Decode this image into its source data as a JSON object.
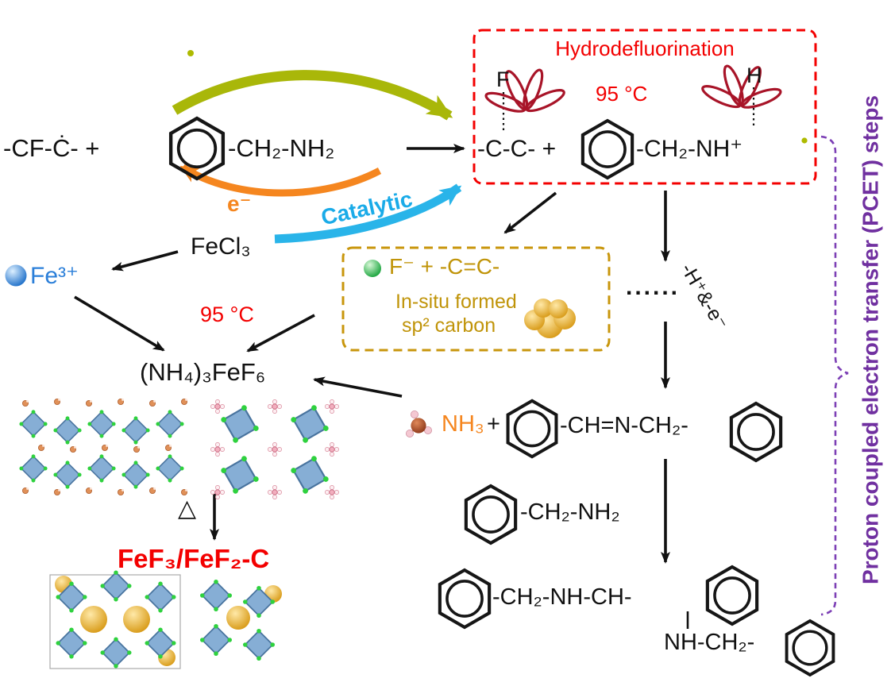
{
  "colors": {
    "red": "#f30000",
    "gold": "#c09409",
    "orange": "#f5861f",
    "blue": "#1aabe8",
    "purple": "#7030a0",
    "olive": "#a9b709",
    "fe_blue": "#2b7fd9"
  },
  "top_reaction": {
    "reactant_left": "-CF-Ċ- +",
    "reactant_right": "-CH₂-NH₂",
    "e_minus": "e⁻",
    "catalytic_label": "Catalytic"
  },
  "hdf_box": {
    "title": "Hydrodefluorination",
    "fluorine": "F",
    "hydrogen": "H",
    "temperature": "95 °C",
    "product_left": "-C-C- +",
    "product_right": "-CH₂-NH⁺"
  },
  "iron_path": {
    "fecl3": "FeCl₃",
    "fe3plus": "Fe³⁺",
    "temperature": "95 °C",
    "ammonium_ferric_fluoride": "(NH₄)₃FeF₆",
    "delta": "△",
    "product": "FeF₃/FeF₂-C"
  },
  "insitu_box": {
    "line1": "F⁻ + -C=C-",
    "line2": "In-situ formed",
    "line3": "sp² carbon"
  },
  "pcet_path": {
    "dots": "......",
    "proton_electron": "-H⁺&-e⁻",
    "nh3": "NH₃",
    "plus": "+",
    "imine": "-CH=N-CH₂-",
    "benzylamine": "-CH₂-NH₂",
    "aminal_top": "-CH₂-NH-CH-",
    "aminal_bottom": "NH-CH₂-",
    "bracket_label": "Proton coupled electron transfer (PCET) steps"
  }
}
